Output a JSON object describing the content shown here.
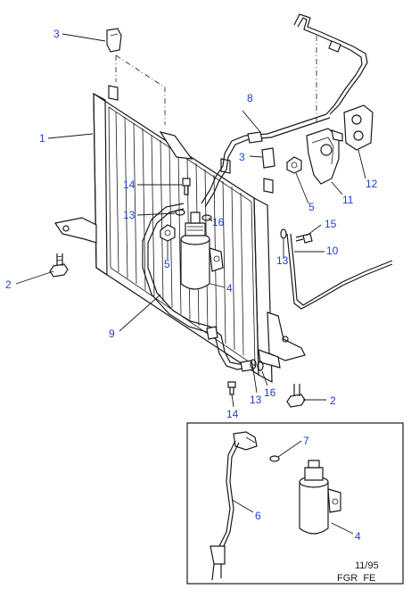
{
  "callouts": {
    "c1": "1",
    "c2a": "2",
    "c2b": "2",
    "c3a": "3",
    "c3b": "3",
    "c4a": "4",
    "c4b": "4",
    "c5a": "5",
    "c5b": "5",
    "c6": "6",
    "c7": "7",
    "c8": "8",
    "c9": "9",
    "c10": "10",
    "c11": "11",
    "c12": "12",
    "c13a": "13",
    "c13b": "13",
    "c13c": "13",
    "c14a": "14",
    "c14b": "14",
    "c15": "15",
    "c16a": "16",
    "c16b": "16"
  },
  "footer": {
    "date": "11/95",
    "code": "FGR  FE"
  }
}
